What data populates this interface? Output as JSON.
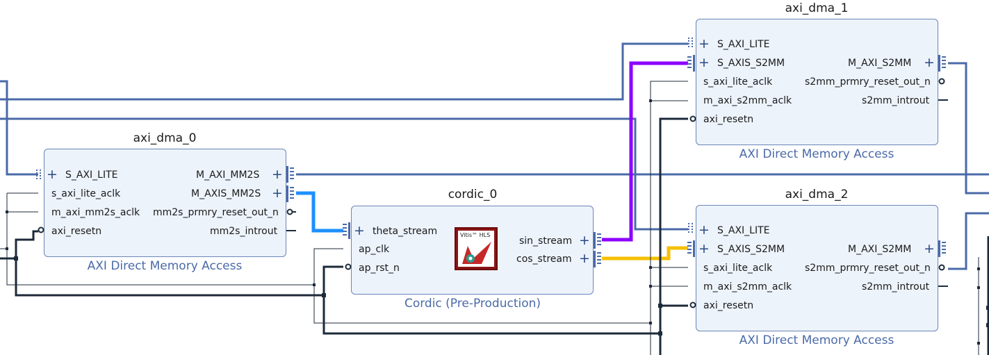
{
  "blocks": {
    "axi_dma_0": {
      "title": "axi_dma_0",
      "subtitle": "AXI Direct Memory Access",
      "left_ports": [
        "S_AXI_LITE",
        "s_axi_lite_aclk",
        "m_axi_mm2s_aclk",
        "axi_resetn"
      ],
      "right_ports": [
        "M_AXI_MM2S",
        "M_AXIS_MM2S",
        "mm2s_prmry_reset_out_n",
        "mm2s_introut"
      ]
    },
    "cordic_0": {
      "title": "cordic_0",
      "subtitle": "Cordic (Pre-Production)",
      "left_ports": [
        "theta_stream",
        "ap_clk",
        "ap_rst_n"
      ],
      "right_ports": [
        "sin_stream",
        "cos_stream"
      ],
      "logo_text": "Vitis™ HLS"
    },
    "axi_dma_1": {
      "title": "axi_dma_1",
      "subtitle": "AXI Direct Memory Access",
      "left_ports": [
        "S_AXI_LITE",
        "S_AXIS_S2MM",
        "s_axi_lite_aclk",
        "m_axi_s2mm_aclk",
        "axi_resetn"
      ],
      "right_ports": [
        "M_AXI_S2MM",
        "s2mm_prmry_reset_out_n",
        "s2mm_introut"
      ]
    },
    "axi_dma_2": {
      "title": "axi_dma_2",
      "subtitle": "AXI Direct Memory Access",
      "left_ports": [
        "S_AXI_LITE",
        "S_AXIS_S2MM",
        "s_axi_lite_aclk",
        "m_axi_s2mm_aclk",
        "axi_resetn"
      ],
      "right_ports": [
        "M_AXI_S2MM",
        "s2mm_prmry_reset_out_n",
        "s2mm_introut"
      ]
    }
  },
  "colors": {
    "bus": "#4a6aa8",
    "wire": "#1c2a3a",
    "stream_theta": "#1e90ff",
    "stream_sin": "#8b00ff",
    "stream_cos": "#f5c000",
    "block_fill": "#edf3fb",
    "block_border": "#6a85b6",
    "subtitle": "#4a6aa8"
  }
}
